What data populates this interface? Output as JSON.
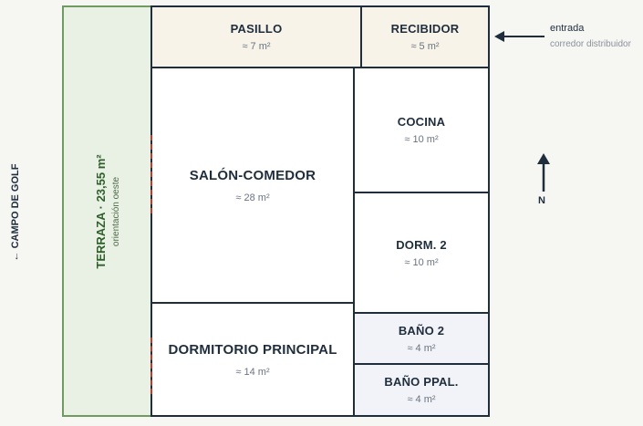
{
  "terrace": {
    "label": "TERRAZA · 23,55 m²",
    "orientation": "orientación oeste"
  },
  "golf_label": "← CAMPO DE GOLF",
  "rooms": {
    "pasillo": {
      "name": "PASILLO",
      "area": "≈ 7 m²"
    },
    "recibidor": {
      "name": "RECIBIDOR",
      "area": "≈ 5 m²"
    },
    "salon": {
      "name": "SALÓN-COMEDOR",
      "area": "≈ 28 m²"
    },
    "cocina": {
      "name": "COCINA",
      "area": "≈ 10 m²"
    },
    "dorm2": {
      "name": "DORM. 2",
      "area": "≈ 10 m²"
    },
    "dormitorio": {
      "name": "DORMITORIO PRINCIPAL",
      "area": "≈ 14 m²"
    },
    "bano2": {
      "name": "BAÑO 2",
      "area": "≈ 4 m²"
    },
    "banoppal": {
      "name": "BAÑO PPAL.",
      "area": "≈ 4 m²"
    }
  },
  "entry": {
    "label": "entrada",
    "sub": "corredor distribuidor"
  },
  "north": {
    "label": "N"
  },
  "colors": {
    "wall": "#1f2d3d",
    "terrace_fill": "#e9f1e4",
    "terrace_border": "#6f9a61",
    "door": "#c0392b",
    "corridor_fill": "#f8f3e8",
    "bath_fill": "#f2f3f8"
  }
}
